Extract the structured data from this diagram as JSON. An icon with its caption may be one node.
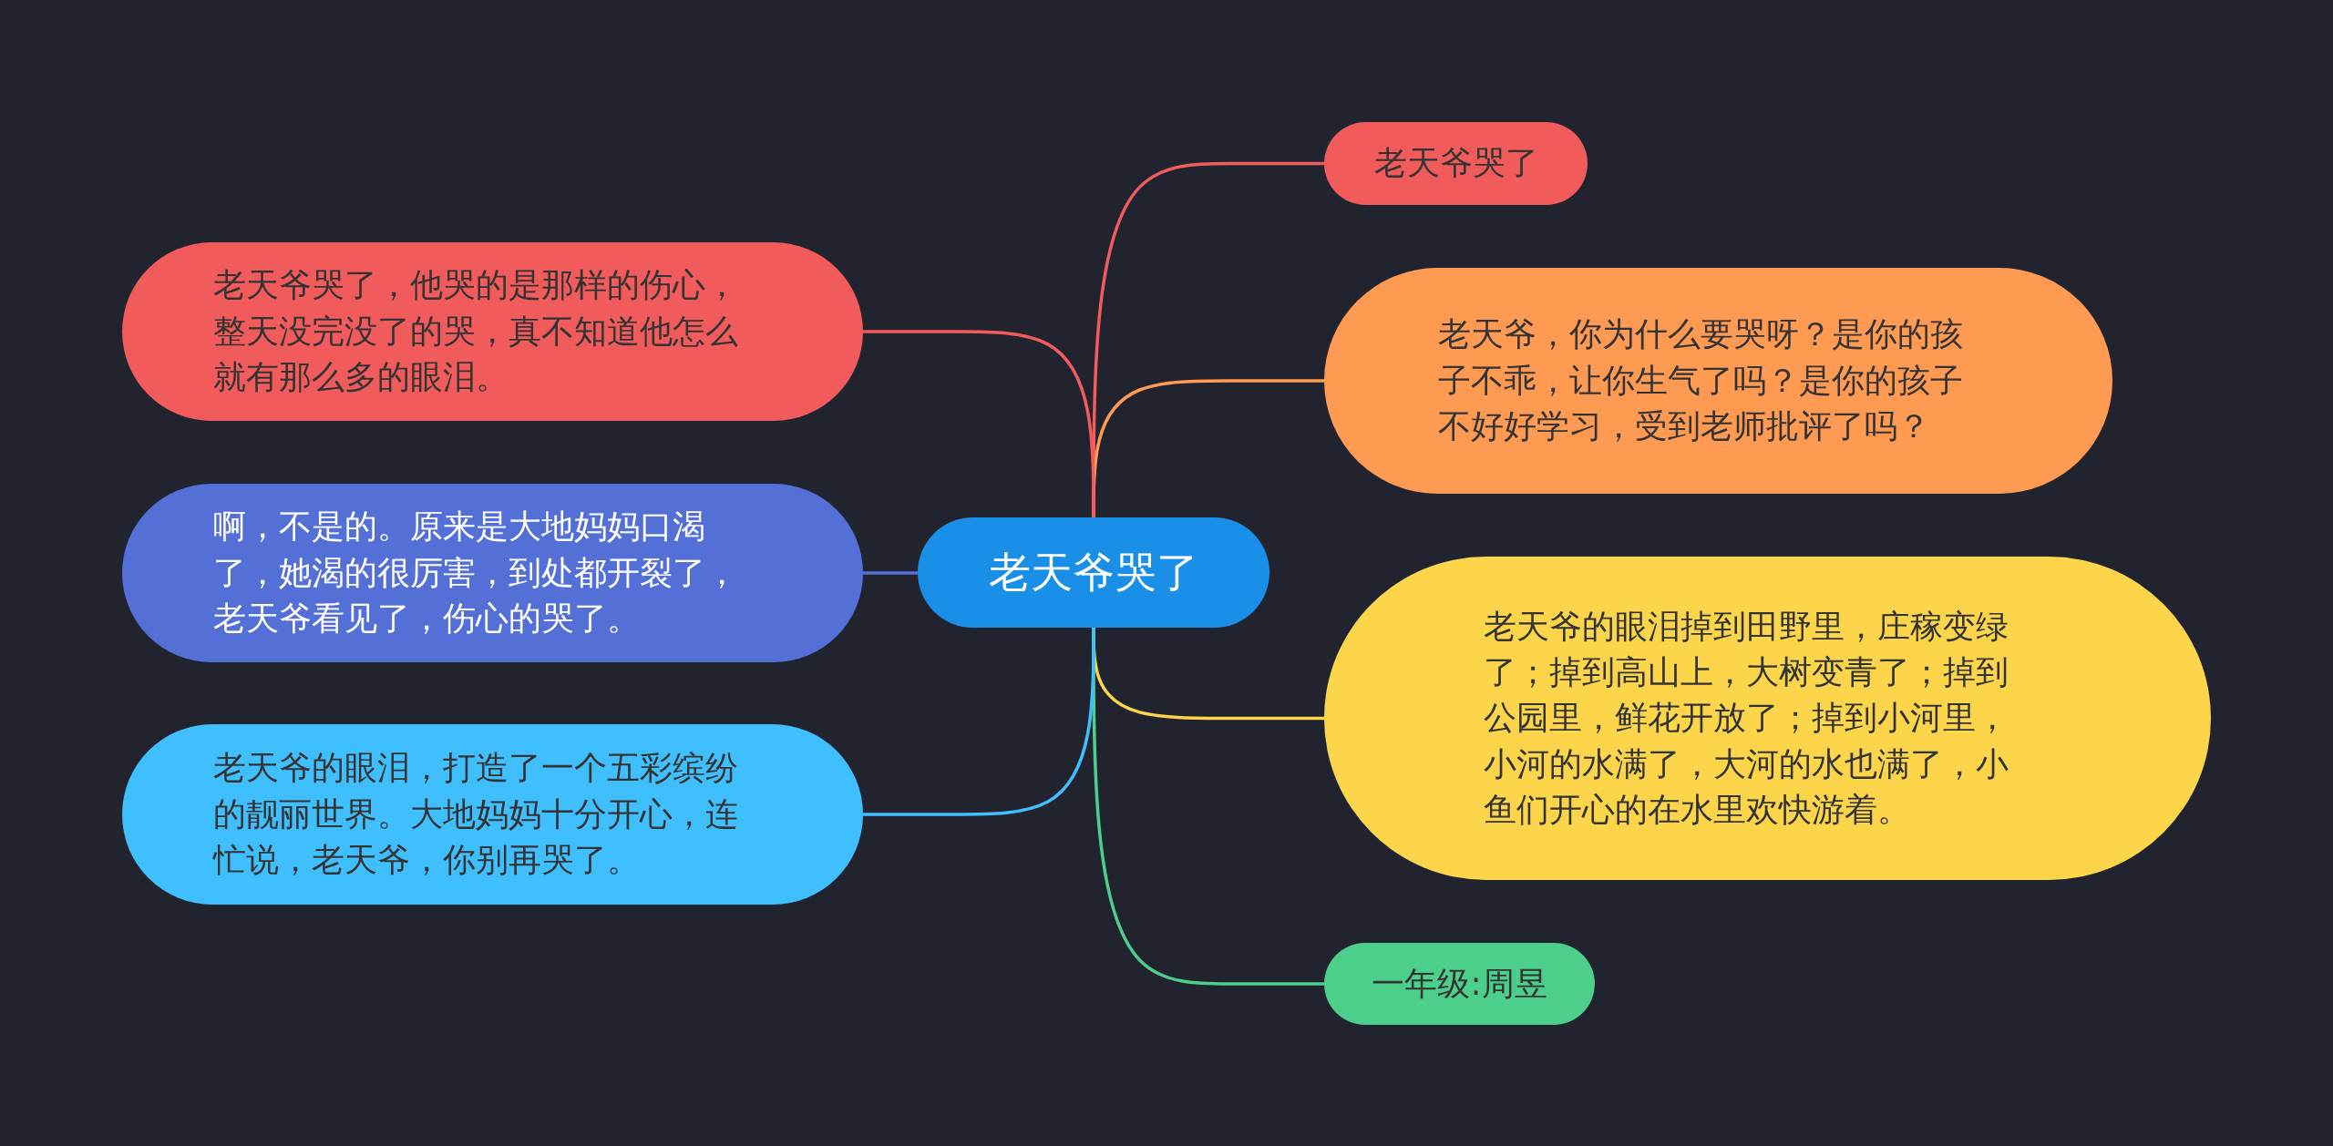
{
  "diagram": {
    "nodes": [
      {
        "text": [
          "老天爷哭了"
        ]
      },
      {
        "text": [
          "老天爷哭了"
        ]
      },
      {
        "text": [
          "老天爷，你为什么要哭呀？是你的孩子不乖，让你生气了吗？是你的孩子不好好学习，受到老师批评了吗？"
        ]
      },
      {
        "text": [
          "老天爷的眼泪掉到田野里，庄稼变绿了；掉到高山上，大树变青了；掉到公园里，鲜花开放了；掉到小河里，小河的水满了，大河的水也满了，小鱼们开心的在水里欢快游着。"
        ]
      },
      {
        "text": [
          "一年级:周昱"
        ]
      },
      {
        "text": [
          "老天爷哭了，他哭的是那样的伤心，整天没完没了的哭，真不知道他怎么就有那么多的眼泪。"
        ]
      },
      {
        "text": [
          "啊，不是的。原来是大地妈妈口渴了，她渴的很厉害，到处都开裂了，老天爷看见了，伤心的哭了。"
        ]
      },
      {
        "text": [
          "老天爷的眼泪，打造了一个五彩缤纷的靓丽世界。大地妈妈十分开心，连忙说，老天爷，你别再哭了。"
        ]
      }
    ],
    "edges": [
      {
        "from": 0,
        "to": 1,
        "arrow": "none",
        "color": "#f15b5b"
      },
      {
        "from": 0,
        "to": 2,
        "arrow": "none",
        "color": "#ff9a52"
      },
      {
        "from": 0,
        "to": 3,
        "arrow": "none",
        "color": "#fcd54a"
      },
      {
        "from": 0,
        "to": 4,
        "arrow": "none",
        "color": "#4ccf8a"
      },
      {
        "from": 0,
        "to": 5,
        "arrow": "none",
        "color": "#f15b5b"
      },
      {
        "from": 0,
        "to": 6,
        "arrow": "none",
        "color": "#5470d6"
      },
      {
        "from": 0,
        "to": 7,
        "arrow": "none",
        "color": "#40bfff"
      }
    ]
  }
}
